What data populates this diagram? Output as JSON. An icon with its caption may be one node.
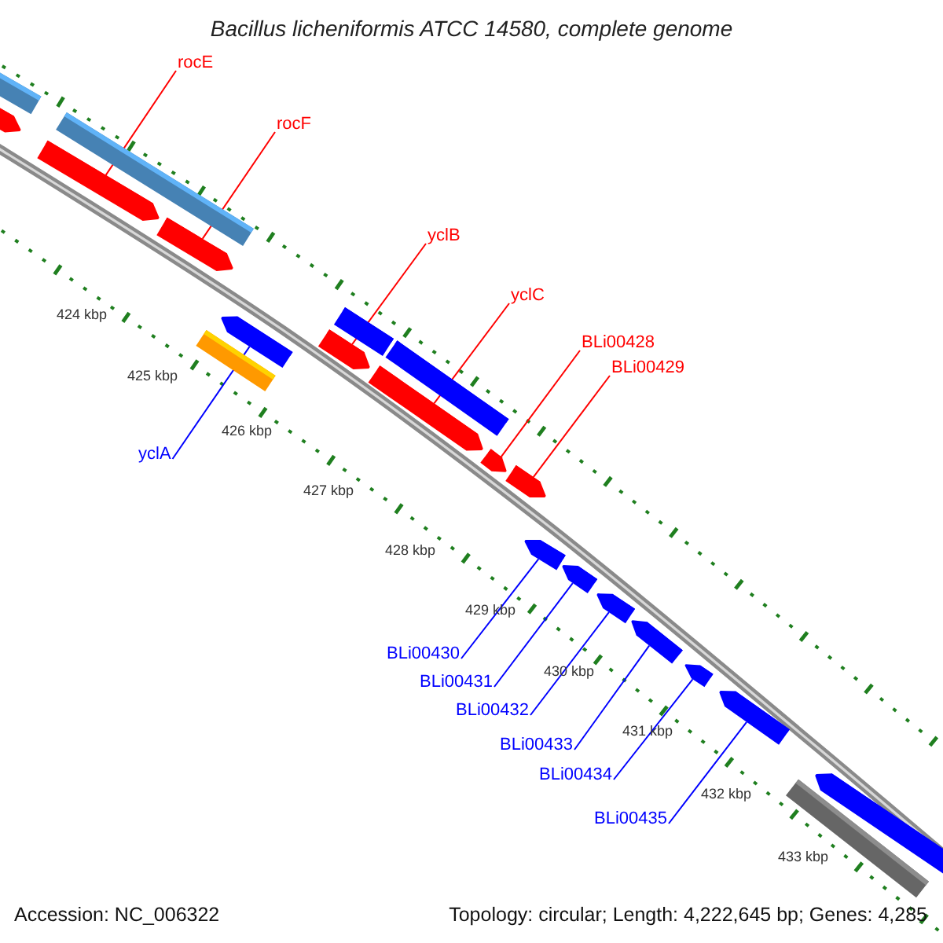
{
  "diagram": {
    "title": "Bacillus licheniformis ATCC 14580, complete genome",
    "nodes": [
      {
        "text": [
          "rocE"
        ]
      },
      {
        "text": [
          "rocF"
        ]
      },
      {
        "text": [
          "yclB"
        ]
      },
      {
        "text": [
          "yclC"
        ]
      },
      {
        "text": [
          "BLi00428"
        ]
      },
      {
        "text": [
          "BLi00429"
        ]
      },
      {
        "text": [
          "yclA"
        ]
      },
      {
        "text": [
          "BLi00430"
        ]
      },
      {
        "text": [
          "BLi00431"
        ]
      },
      {
        "text": [
          "BLi00432"
        ]
      },
      {
        "text": [
          "BLi00433"
        ]
      },
      {
        "text": [
          "BLi00434"
        ]
      },
      {
        "text": [
          "BLi00435"
        ]
      },
      {
        "text": [],
        "shape": "bar"
      },
      {
        "text": [],
        "shape": "arrow"
      },
      {
        "text": [],
        "shape": "arrow"
      },
      {
        "text": [],
        "shape": "bar"
      },
      {
        "text": [],
        "shape": "arrow"
      },
      {
        "text": [],
        "shape": "bar"
      },
      {
        "text": [],
        "shape": "arrow"
      },
      {
        "text": [],
        "shape": "arrow"
      },
      {
        "text": [],
        "shape": "bar"
      },
      {
        "text": [],
        "shape": "arrow"
      },
      {
        "text": [],
        "shape": "bar"
      },
      {
        "text": [],
        "shape": "arrow"
      },
      {
        "text": [],
        "shape": "arrow"
      },
      {
        "text": [],
        "shape": "arrow"
      },
      {
        "text": [],
        "shape": "arrow"
      },
      {
        "text": [],
        "shape": "arrow"
      },
      {
        "text": [],
        "shape": "arrow"
      },
      {
        "text": [],
        "shape": "arrow"
      },
      {
        "text": [],
        "shape": "arrow"
      },
      {
        "text": [],
        "shape": "bar"
      },
      {
        "text": [],
        "shape": "arrow"
      }
    ],
    "edges": [
      {
        "from": 0,
        "to": 15,
        "arrow": "none",
        "color": "#ff0000"
      },
      {
        "from": 1,
        "to": 17,
        "arrow": "none",
        "color": "#ff0000"
      },
      {
        "from": 2,
        "to": 20,
        "arrow": "none",
        "color": "#ff0000"
      },
      {
        "from": 3,
        "to": 22,
        "arrow": "none",
        "color": "#ff0000"
      },
      {
        "from": 4,
        "to": 24,
        "arrow": "none",
        "color": "#ff0000"
      },
      {
        "from": 5,
        "to": 25,
        "arrow": "none",
        "color": "#ff0000"
      },
      {
        "from": 6,
        "to": 19,
        "arrow": "none",
        "color": "#0000ff"
      },
      {
        "from": 7,
        "to": 26,
        "arrow": "none",
        "color": "#0000ff"
      },
      {
        "from": 8,
        "to": 27,
        "arrow": "none",
        "color": "#0000ff"
      },
      {
        "from": 9,
        "to": 28,
        "arrow": "none",
        "color": "#0000ff"
      },
      {
        "from": 10,
        "to": 29,
        "arrow": "none",
        "color": "#0000ff"
      },
      {
        "from": 11,
        "to": 30,
        "arrow": "none",
        "color": "#0000ff"
      },
      {
        "from": 12,
        "to": 31,
        "arrow": "none",
        "color": "#0000ff"
      }
    ],
    "labels": [
      "424 kbp",
      "425 kbp",
      "426 kbp",
      "427 kbp",
      "428 kbp",
      "429 kbp",
      "430 kbp",
      "431 kbp",
      "432 kbp",
      "433 kbp",
      "Accession: NC_006322",
      "Topology: circular; Length: 4,222,645 bp; Genes: 4,285"
    ]
  }
}
